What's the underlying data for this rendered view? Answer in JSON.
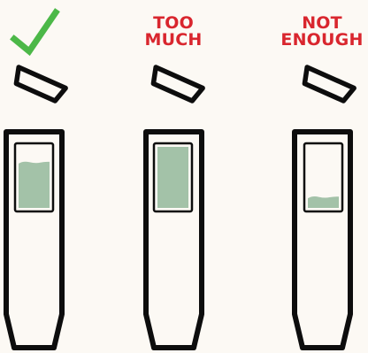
{
  "colors": {
    "background": "#fcf9f4",
    "outline": "#0d0d0d",
    "liquid": "#a3c2a8",
    "warning_text": "#d9262e",
    "check": "#4cb848"
  },
  "tubes": [
    {
      "heading_lines": [],
      "status_icon": "check-icon",
      "fill_level": 0.75
    },
    {
      "heading_lines": [
        "TOO",
        "MUCH"
      ],
      "status_icon": null,
      "fill_level": 1.0
    },
    {
      "heading_lines": [
        "NOT",
        "ENOUGH"
      ],
      "status_icon": null,
      "fill_level": 0.18
    }
  ]
}
